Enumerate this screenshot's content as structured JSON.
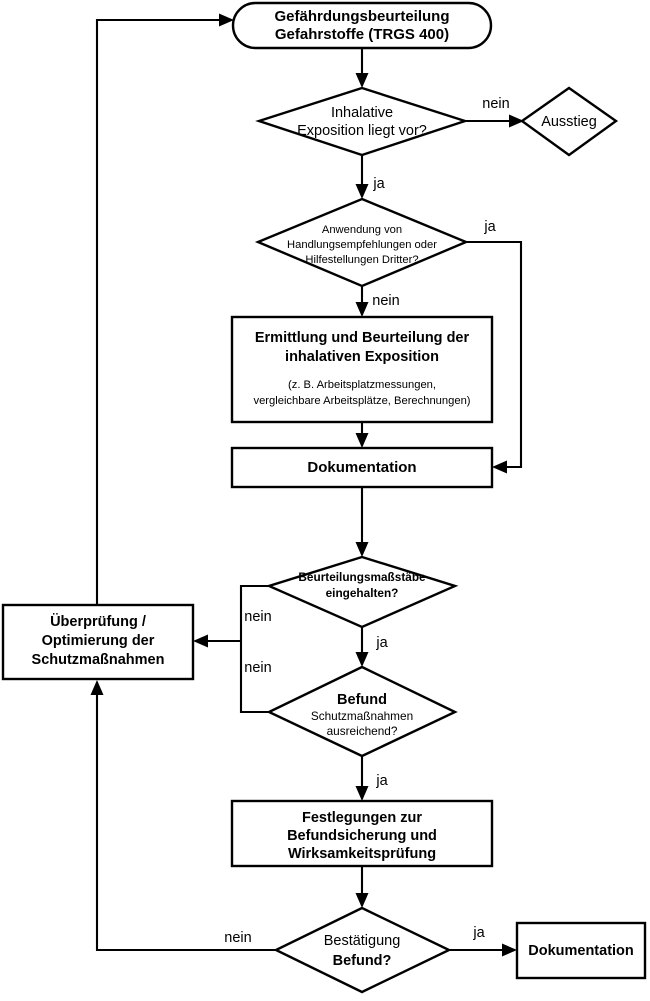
{
  "diagram": {
    "title": "Gefährdungsbeurteilung Gefahrstoffe (TRGS 400) Ablaufdiagramm",
    "language": "de",
    "colors": {
      "background": "#ffffff",
      "stroke": "#000000",
      "text": "#000000"
    }
  },
  "nodes": {
    "start": {
      "type": "terminator",
      "line1": "Gefährdungsbeurteilung",
      "line2": "Gefahrstoffe (TRGS 400)"
    },
    "decision_inhalative": {
      "type": "decision",
      "line1": "Inhalative",
      "line2": "Exposition liegt vor?"
    },
    "exit": {
      "type": "decision",
      "line1": "Ausstieg"
    },
    "decision_anwendung": {
      "type": "decision",
      "line1": "Anwendung von",
      "line2": "Handlungsempfehlungen oder",
      "line3": "Hilfestellungen Dritter?"
    },
    "process_ermittlung": {
      "type": "process",
      "bold_line1": "Ermittlung und Beurteilung der",
      "bold_line2": "inhalativen Exposition",
      "sub_line1": "(z. B. Arbeitsplatzmessungen,",
      "sub_line2": "vergleichbare Arbeitsplätze, Berechnungen)"
    },
    "process_dokumentation_1": {
      "type": "process",
      "line1": "Dokumentation"
    },
    "decision_beurteilungsmassstaebe": {
      "type": "decision",
      "line1": "Beurteilungsmaßstäbe",
      "line2": "eingehalten?"
    },
    "process_ueberpruefung": {
      "type": "process",
      "line1": "Überprüfung /",
      "line2": "Optimierung der",
      "line3": "Schutzmaßnahmen"
    },
    "decision_befund": {
      "type": "decision",
      "bold_line1": "Befund",
      "sub_line1": "Schutzmaßnahmen",
      "sub_line2": "ausreichend?"
    },
    "process_festlegungen": {
      "type": "process",
      "line1": "Festlegungen zur",
      "line2": "Befundsicherung und",
      "line3": "Wirksamkeitsprüfung"
    },
    "decision_bestaetigung": {
      "type": "decision",
      "line1": "Bestätigung",
      "bold_line2": "Befund?"
    },
    "process_dokumentation_2": {
      "type": "process",
      "line1": "Dokumentation"
    }
  },
  "edge_labels": {
    "inhalative_nein": "nein",
    "inhalative_ja": "ja",
    "anwendung_ja": "ja",
    "anwendung_nein": "nein",
    "beurteilung_nein": "nein",
    "beurteilung_ja": "ja",
    "befund_nein": "nein",
    "befund_ja": "ja",
    "bestaetigung_nein": "nein",
    "bestaetigung_ja": "ja"
  }
}
